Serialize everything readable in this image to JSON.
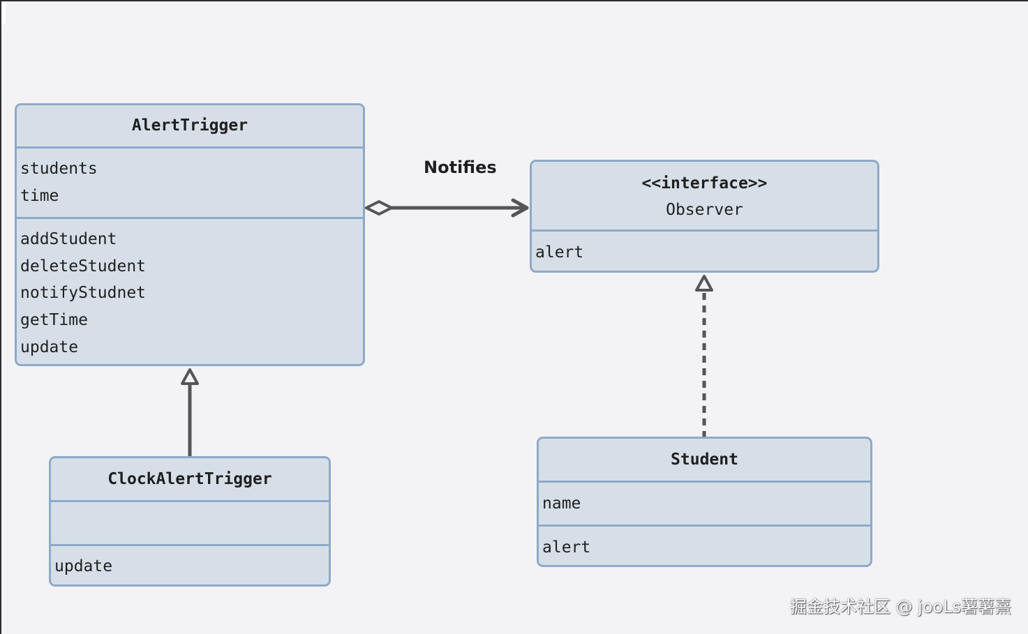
{
  "diagram": {
    "classes": {
      "alert_trigger": {
        "name": "AlertTrigger",
        "attributes": [
          "students",
          "time"
        ],
        "methods": [
          "addStudent",
          "deleteStudent",
          "notifyStudnet",
          "getTime",
          "update"
        ]
      },
      "observer": {
        "stereotype": "<<interface>>",
        "name": "Observer",
        "methods": [
          "alert"
        ]
      },
      "clock_alert_trigger": {
        "name": "ClockAlertTrigger",
        "attributes": [],
        "methods": [
          "update"
        ]
      },
      "student": {
        "name": "Student",
        "attributes": [
          "name"
        ],
        "methods": [
          "alert"
        ]
      }
    },
    "relationships": {
      "notifies_label": "Notifies"
    }
  },
  "watermark": "掘金技术社区 @ jooLs薯薯熹",
  "colors": {
    "box_fill": "#d6dfe8",
    "box_border": "#8fa9c8",
    "edge": "#555555",
    "background": "#f3f3f6"
  }
}
